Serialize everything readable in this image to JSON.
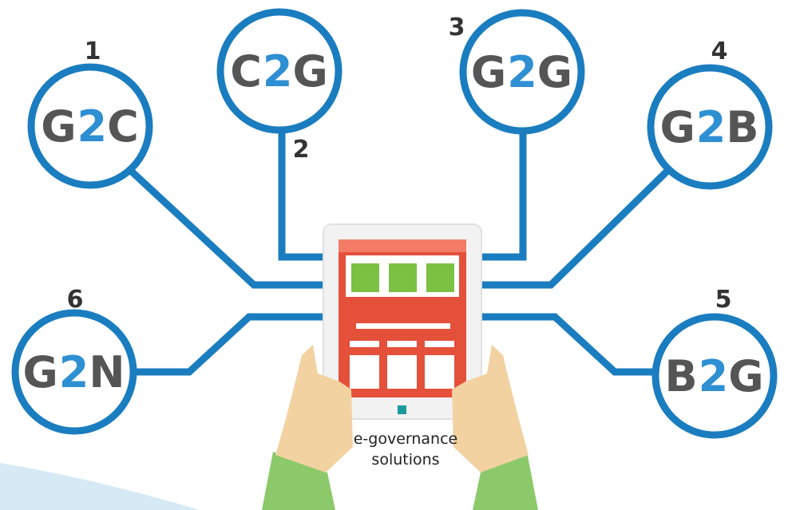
{
  "colors": {
    "connector": "#1a7dbf",
    "ring": "#1a7dbf",
    "two": "#2e8fd3",
    "node_text": "#555555",
    "tablet_frame": "#f2f2f2",
    "screen": "#e4503a",
    "screen_header": "#f47c67",
    "green_tile": "#7cc142",
    "skin": "#f3d2a2",
    "sleeve": "#8cc96b",
    "teal_button": "#1a9c9c",
    "background_sweep": "#d6eaf5"
  },
  "icon": "tablet-held-by-hands",
  "nodes": [
    {
      "id": "g2c",
      "prefix": "G",
      "two": "2",
      "suffix": "C",
      "number": "1"
    },
    {
      "id": "c2g",
      "prefix": "C",
      "two": "2",
      "suffix": "G",
      "number": "2"
    },
    {
      "id": "g2g",
      "prefix": "G",
      "two": "2",
      "suffix": "G",
      "number": "3"
    },
    {
      "id": "g2b",
      "prefix": "G",
      "two": "2",
      "suffix": "B",
      "number": "4"
    },
    {
      "id": "b2g",
      "prefix": "B",
      "two": "2",
      "suffix": "G",
      "number": "5"
    },
    {
      "id": "g2n",
      "prefix": "G",
      "two": "2",
      "suffix": "N",
      "number": "6"
    }
  ],
  "caption": {
    "line1": "e-governance",
    "line2": "solutions"
  }
}
